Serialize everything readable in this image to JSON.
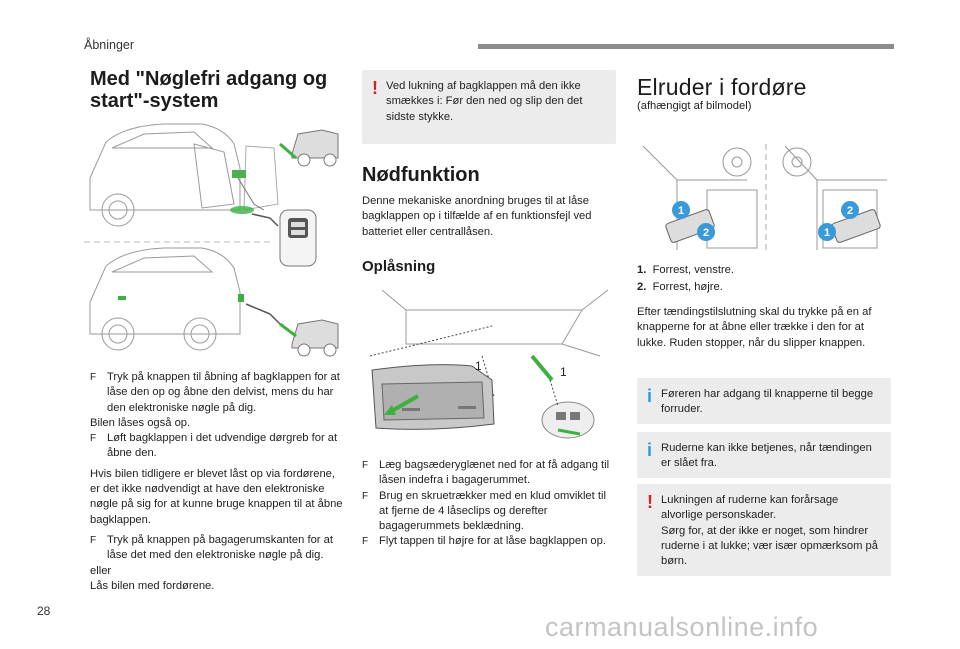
{
  "header": {
    "section": "Åbninger"
  },
  "left": {
    "title_line1": "Med \"Nøglefri adgang og",
    "title_line2": "start\"-system",
    "bullet1": "Tryk på knappen til åbning af bagklappen for at låse den op og åbne den delvist, mens du har den elektroniske nøgle på dig.",
    "text1": "Bilen låses også op.",
    "bullet2": "Løft bagklappen i det udvendige dørgreb for at åbne den.",
    "para1": "Hvis bilen tidligere er blevet låst op via fordørene, er det ikke nødvendigt at have den elektroniske nøgle på sig for at kunne bruge knappen til at åbne bagklappen.",
    "bullet3": "Tryk på knappen på bagagerumskanten for at låse det med den elektroniske nøgle på dig.",
    "text2": "eller",
    "text3": "Lås bilen med fordørene."
  },
  "middle": {
    "warning": "Ved lukning af bagklappen må den ikke smækkes i: Før den ned og slip den det sidste stykke.",
    "heading": "Nødfunktion",
    "para": "Denne mekaniske anordning bruges til at låse bagklappen op i tilfælde af en funktionsfejl ved batteriet eller centrallåsen.",
    "subheading": "Oplåsning",
    "fig_label1": "1",
    "fig_label2": "1",
    "bullet1": "Læg bagsæderyglænet ned for at få adgang til låsen indefra i bagagerummet.",
    "bullet2": "Brug en skruetrækker med en klud omviklet til at fjerne de 4 låseclips og derefter bagagerummets beklædning.",
    "bullet3": "Flyt tappen til højre for at låse bagklappen op."
  },
  "right": {
    "heading": "Elruder i fordøre",
    "subtitle": "(afhængigt af bilmodel)",
    "fig": {
      "b1": "1",
      "b2": "2",
      "b3": "2",
      "b4": "1"
    },
    "list": [
      {
        "num": "1.",
        "text": "Forrest, venstre."
      },
      {
        "num": "2.",
        "text": "Forrest, højre."
      }
    ],
    "para": "Efter tændingstilslutning skal du trykke på en af knapperne for at åbne eller trække i den for at lukke. Ruden stopper, når du slipper knappen.",
    "info1": "Føreren har adgang til knapperne til begge forruder.",
    "info2": "Ruderne kan ikke betjenes, når tændingen er slået fra.",
    "warn_line1": "Lukningen af ruderne kan forårsage alvorlige personskader.",
    "warn_line2": "Sørg for, at der ikke er noget, som hindrer ruderne i at lukke; vær især opmærksom på børn."
  },
  "bullet_marker": "F",
  "info_icon": "i",
  "warn_icon": "!",
  "colors": {
    "info": "#2d9be0",
    "warning": "#d62020",
    "note_bg": "#ececec",
    "badge": "#3a9ad9"
  },
  "footer": {
    "page_number": "28",
    "watermark": "carmanualsonline.info"
  }
}
